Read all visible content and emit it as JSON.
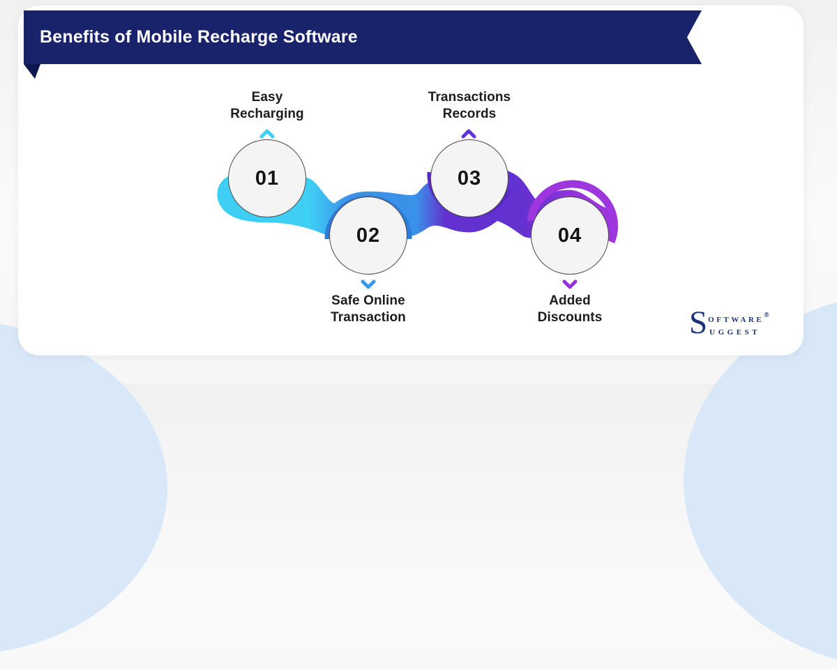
{
  "header": {
    "title": "Benefits of Mobile Recharge Software",
    "banner_color": "#18236b",
    "fold_color": "#0e1850",
    "text_color": "#ffffff"
  },
  "steps": [
    {
      "number": "01",
      "line1": "Easy",
      "line2": "Recharging",
      "accent": "#3fcff4",
      "position": "top"
    },
    {
      "number": "02",
      "line1": "Safe Online",
      "line2": "Transaction",
      "accent": "#3b97ec",
      "position": "bottom"
    },
    {
      "number": "03",
      "line1": "Transactions",
      "line2": "Records",
      "accent": "#5e35d8",
      "position": "top"
    },
    {
      "number": "04",
      "line1": "Added",
      "line2": "Discounts",
      "accent": "#9430dc",
      "position": "bottom"
    }
  ],
  "colors": {
    "band_cyan": "#3fcff4",
    "band_blue": "#3b90e8",
    "band_violet": "#6331cf",
    "band_purple": "#9c35de",
    "ring_blue": "#2e7cd9",
    "ring_violet": "#5a28c2",
    "ring_purple": "#9e36de",
    "circle_fill": "#f4f4f5",
    "circle_border": "#4a4a4a",
    "number_text": "#141414",
    "label_text": "#1c1c1c",
    "blob": "#d9e8f8"
  },
  "logo": {
    "s": "S",
    "line1": "oftware",
    "line2": "uggest",
    "registered": "®",
    "color": "#1e3376"
  }
}
